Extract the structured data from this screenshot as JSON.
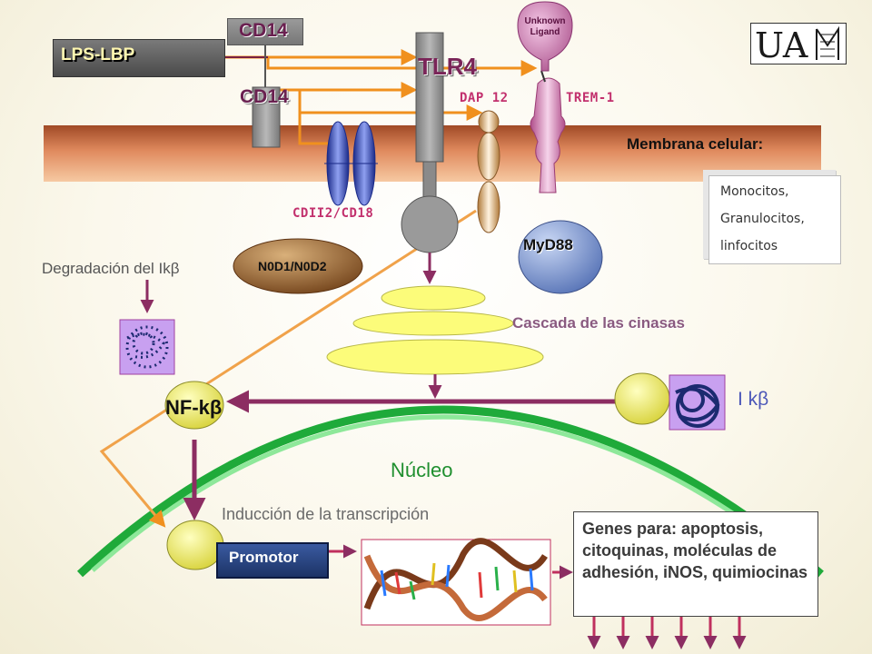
{
  "labels": {
    "lps_lbp": "LPS-LBP",
    "cd14_top": "CD14",
    "cd14_mid": "CD14",
    "tlr4": "TLR4",
    "dap12": "DAP 12",
    "trem1": "TREM-1",
    "unknown_ligand_1": "Unknown",
    "unknown_ligand_2": "Ligand",
    "membrana": "Membrana celular:",
    "cdii2": "CDII2/CD18",
    "myd88": "MyD88",
    "nod": "N0D1/N0D2",
    "degradacion": "Degradación del Ikβ",
    "cascada": "Cascada de las cinasas",
    "nfkb": "NF-kβ",
    "ikb": "I kβ",
    "nucleo": "Núcleo",
    "induccion": "Inducción de la transcripción",
    "promotor": "Promotor"
  },
  "cell_types": [
    "Monocitos,",
    "Granulocitos,",
    "linfocitos"
  ],
  "genes_text": "Genes para: apoptosis, citoquinas, moléculas de adhesión, iNOS, quimiocinas",
  "logo_text": "UA",
  "colors": {
    "membrane": "#c86a3e",
    "arrow_orange": "#f0901e",
    "arrow_purple": "#8c2d62",
    "nucleus": "#1faa3a",
    "cascade": "#fcfc7a"
  }
}
